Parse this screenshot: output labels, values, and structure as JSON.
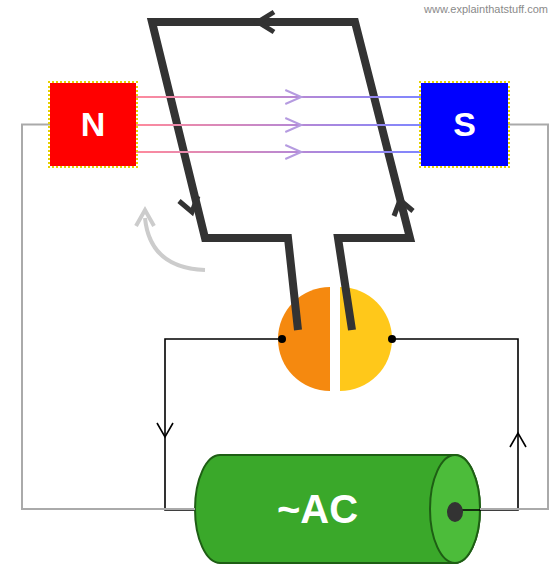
{
  "diagram": {
    "nodes": [
      {
        "text": [
          "N"
        ]
      },
      {
        "text": [
          "S"
        ]
      },
      {
        "text": [
          "~AC"
        ]
      }
    ],
    "edges": [
      {
        "from": 0,
        "to": 1,
        "arrow": "to"
      },
      {
        "from": 0,
        "to": 1,
        "arrow": "to"
      },
      {
        "from": 0,
        "to": 1,
        "arrow": "to"
      },
      {
        "from": 0,
        "to": 2,
        "arrow": "none"
      },
      {
        "from": 1,
        "to": 2,
        "arrow": "none"
      }
    ],
    "labels": [
      "www.explainthatstuff.com"
    ]
  }
}
